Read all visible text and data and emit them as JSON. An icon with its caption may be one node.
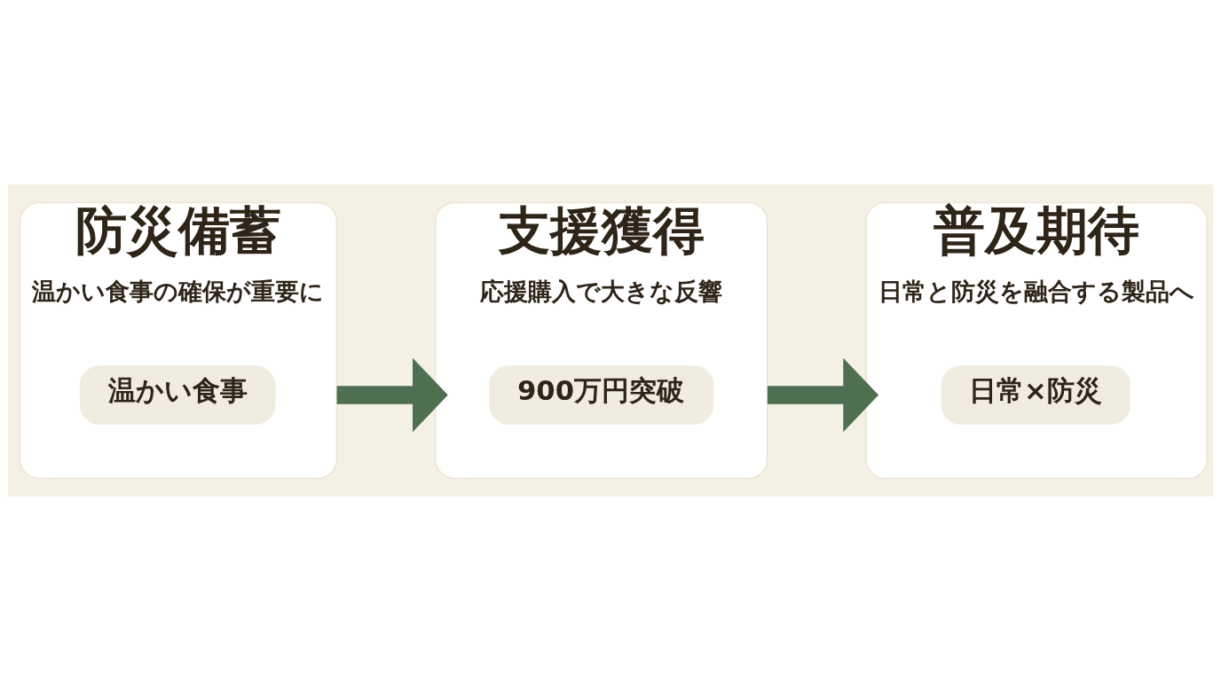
{
  "diagram": {
    "nodes": [
      {
        "text": [
          "防災備蓄",
          "温かい食事の確保が重要に"
        ]
      },
      {
        "text": [
          "温かい食事"
        ],
        "in": 0
      },
      {
        "text": [
          "支援獲得",
          "応援購入で大きな反響"
        ]
      },
      {
        "text": [
          "900万円突破"
        ],
        "in": 2
      },
      {
        "text": [
          "普及期待",
          "日常と防災を融合する製品へ"
        ]
      },
      {
        "text": [
          "日常×防災"
        ],
        "in": 4
      }
    ],
    "edges": [
      {
        "from": 0,
        "to": 2,
        "arrow": "to"
      },
      {
        "from": 2,
        "to": 4,
        "arrow": "to"
      }
    ]
  }
}
